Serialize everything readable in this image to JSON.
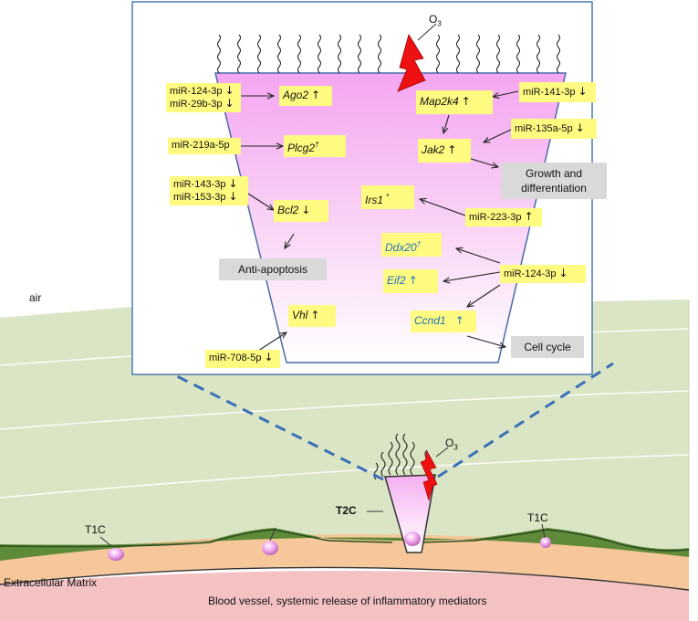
{
  "ozone_top": "O",
  "ozone_sub": "3",
  "ozone_bottom": "O",
  "tissue": {
    "air": "air",
    "t2c": "T2C",
    "t1c_left": "T1C",
    "t1c_right": "T1C",
    "ecm": "Extracellular Matrix",
    "blood": "Blood vessel, systemic release of inflammatory mediators"
  },
  "up": "↑",
  "down": "↓",
  "dagger": "†",
  "star": "*",
  "mirnas": {
    "mir124_29b": [
      "miR-124-3p",
      "miR-29b-3p"
    ],
    "mir219a": "miR-219a-5p",
    "mir143_153": [
      "miR-143-3p",
      "miR-153-3p"
    ],
    "mir708": "miR-708-5p",
    "mir141": "miR-141-3p",
    "mir135a": "miR-135a-5p",
    "mir223": "miR-223-3p",
    "mir124_right": "miR-124-3p"
  },
  "genes": {
    "ago2": "Ago2",
    "plcg2": "Plcg2",
    "bcl2": "Bcl2",
    "vhl": "Vhl",
    "map2k4": "Map2k4",
    "jak2": "Jak2",
    "irs1": "Irs1",
    "ddx20": "Ddx20",
    "eif2": "Eif2",
    "ccnd1": "Ccnd1"
  },
  "outcomes": {
    "anti_apoptosis": "Anti-apoptosis",
    "growth": [
      "Growth and",
      "differentiation"
    ],
    "cell_cycle": "Cell cycle"
  },
  "colors": {
    "cell_pink": "#f7b8f3",
    "tissue_green": "#d9e5c4",
    "highlight_yellow": "#fffb80",
    "outcome_gray": "#d9d9d9",
    "ozone_red": "#ee1111",
    "gene_blue": "#1f6fbf"
  }
}
